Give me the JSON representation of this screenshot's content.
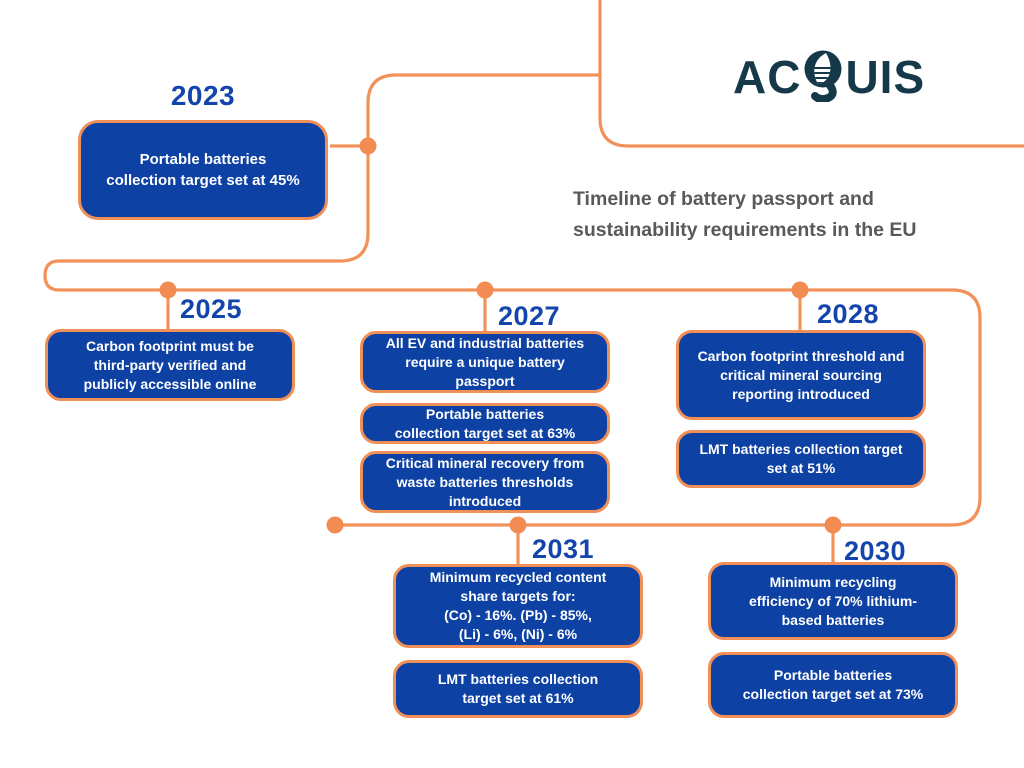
{
  "logo": {
    "full_name": "ACQUIS",
    "part_before_q": "AC",
    "part_after_q": "UIS"
  },
  "title": {
    "text": "Timeline of battery passport and\nsustainability requirements in the EU"
  },
  "colors": {
    "box_fill_blue": "#0D41A4",
    "box_border_orange": "#F08F58",
    "connector_orange": "#F2925B",
    "node_dot_orange": "#F28C52",
    "year_heading_blue": "#1445AD",
    "title_gray": "#58595B",
    "logo_navy": "#16394A",
    "box_text_white": "#FFFFFF",
    "background": "#FFFFFF"
  },
  "timeline": {
    "columns": [
      {
        "year": "2023",
        "boxes": [
          "Portable batteries\ncollection target set at 45%"
        ]
      },
      {
        "year": "2025",
        "boxes": [
          "Carbon footprint must be\nthird-party verified and\npublicly accessible online"
        ]
      },
      {
        "year": "2027",
        "boxes": [
          "All EV and industrial batteries\nrequire a unique battery\npassport",
          "Portable batteries\ncollection target set at 63%",
          "Critical mineral recovery from\nwaste batteries thresholds\nintroduced"
        ]
      },
      {
        "year": "2028",
        "boxes": [
          "Carbon footprint threshold and\ncritical mineral sourcing\nreporting introduced",
          "LMT batteries collection target\nset at 51%"
        ]
      },
      {
        "year": "2031",
        "boxes": [
          "Minimum recycled content\nshare targets for:\n(Co) - 16%. (Pb) - 85%,\n(Li) - 6%, (Ni) - 6%",
          "LMT batteries collection\ntarget set at 61%"
        ]
      },
      {
        "year": "2030",
        "boxes": [
          "Minimum recycling\nefficiency of 70% lithium-\nbased batteries",
          "Portable batteries\ncollection target set at 73%"
        ]
      }
    ]
  }
}
